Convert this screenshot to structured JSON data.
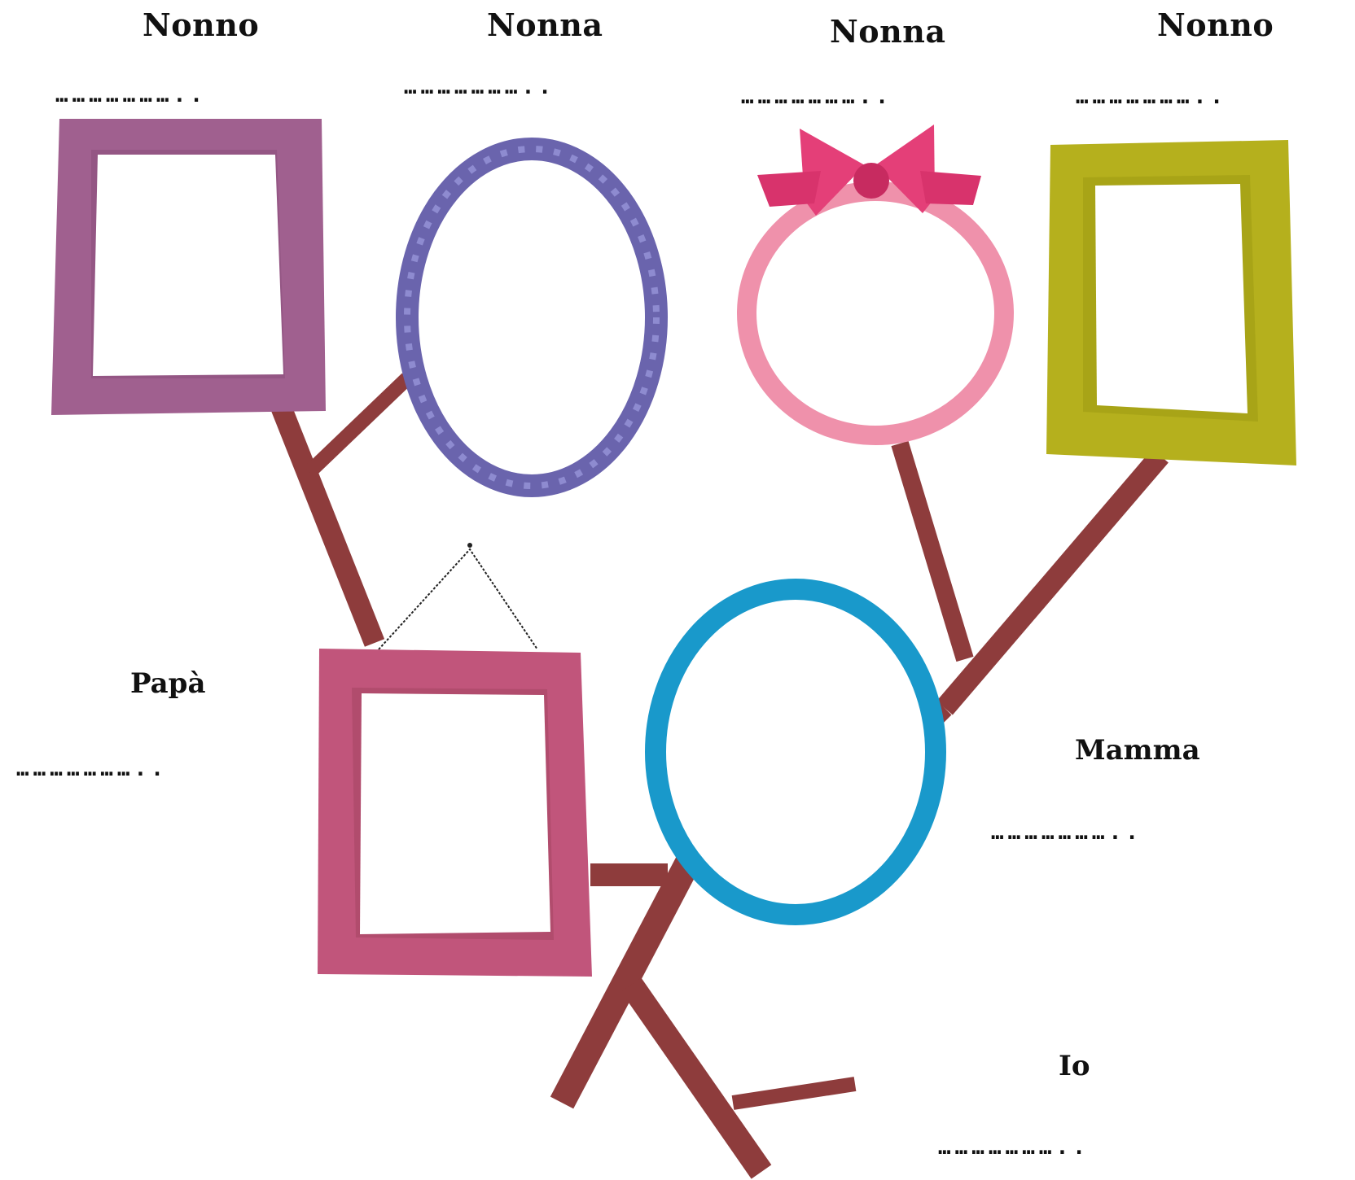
{
  "colors": {
    "branch": "#8e3c3c",
    "frame_purple": "#a0608f",
    "frame_blue_violet": "#6a64ad",
    "frame_pink_light": "#ef91ab",
    "bow_pink": "#e43f78",
    "frame_olive": "#b5b01d",
    "frame_magenta": "#c1557b",
    "frame_cyan": "#1999cb"
  },
  "tree": {
    "labels": {
      "grandpa_left": "Nonno",
      "grandma_left": "Nonna",
      "grandma_right": "Nonna",
      "grandpa_right": "Nonno",
      "dad": "Papà",
      "mom": "Mamma",
      "me": "Io"
    },
    "blank": "………………….."
  }
}
